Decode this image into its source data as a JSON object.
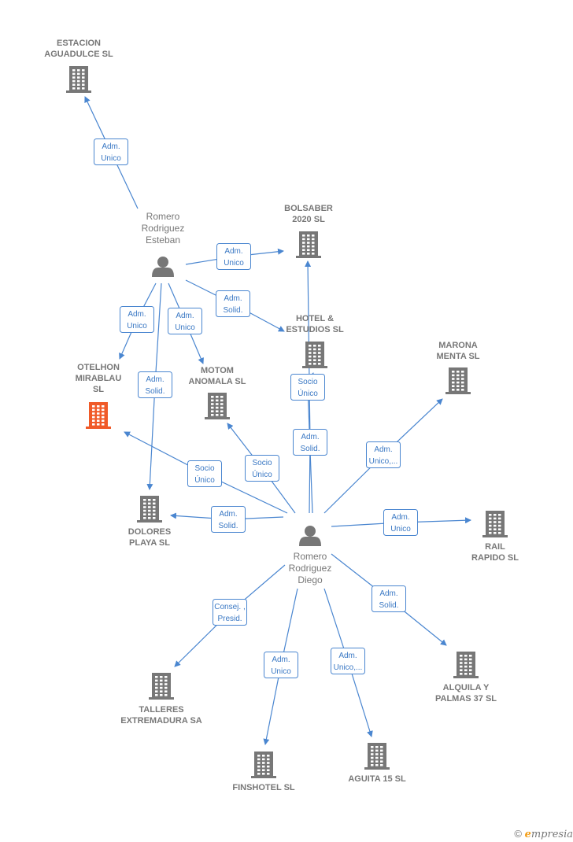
{
  "colors": {
    "building": "#777777",
    "highlight": "#f05a28",
    "edge": "#4a86d0",
    "person": "#777777"
  },
  "nodes": [
    {
      "id": "estacion",
      "kind": "company",
      "lines": [
        "ESTACION",
        "AGUADULCE SL"
      ]
    },
    {
      "id": "bolsaber",
      "kind": "company",
      "lines": [
        "BOLSABER",
        "2020  SL"
      ]
    },
    {
      "id": "hotel",
      "kind": "company",
      "lines": [
        "HOTEL &",
        "ESTUDIOS  SL"
      ]
    },
    {
      "id": "marona",
      "kind": "company",
      "lines": [
        "MARONA",
        "MENTA SL"
      ]
    },
    {
      "id": "otelhon",
      "kind": "company-highlight",
      "lines": [
        "OTELHON",
        "MIRABLAU",
        "SL"
      ]
    },
    {
      "id": "motom",
      "kind": "company",
      "lines": [
        "MOTOM",
        "ANOMALA  SL"
      ]
    },
    {
      "id": "dolores",
      "kind": "company",
      "lines": [
        "DOLORES",
        "PLAYA  SL"
      ]
    },
    {
      "id": "rail",
      "kind": "company",
      "lines": [
        "RAIL",
        "RAPIDO SL"
      ]
    },
    {
      "id": "alquila",
      "kind": "company",
      "lines": [
        "ALQUILA Y",
        "PALMAS 37  SL"
      ]
    },
    {
      "id": "talleres",
      "kind": "company",
      "lines": [
        "TALLERES",
        "EXTREMADURA SA"
      ]
    },
    {
      "id": "finshotel",
      "kind": "company",
      "lines": [
        "FINSHOTEL SL"
      ]
    },
    {
      "id": "aguita",
      "kind": "company",
      "lines": [
        "AGUITA 15  SL"
      ]
    },
    {
      "id": "esteban",
      "kind": "person",
      "lines": [
        "Romero",
        "Rodriguez",
        "Esteban"
      ]
    },
    {
      "id": "diego",
      "kind": "person",
      "lines": [
        "Romero",
        "Rodriguez",
        "Diego"
      ]
    }
  ],
  "edges": [
    {
      "from": "esteban",
      "to": "estacion",
      "lines": [
        "Adm.",
        "Unico"
      ]
    },
    {
      "from": "esteban",
      "to": "bolsaber",
      "lines": [
        "Adm.",
        "Unico"
      ]
    },
    {
      "from": "esteban",
      "to": "hotel",
      "lines": [
        "Adm.",
        "Solid."
      ]
    },
    {
      "from": "esteban",
      "to": "otelhon",
      "lines": [
        "Adm.",
        "Unico"
      ]
    },
    {
      "from": "esteban",
      "to": "motom",
      "lines": [
        "Adm.",
        "Unico"
      ]
    },
    {
      "from": "esteban",
      "to": "dolores",
      "lines": [
        "Adm.",
        "Solid."
      ]
    },
    {
      "from": "diego",
      "to": "bolsaber",
      "lines": [
        "Adm.",
        "Solid."
      ]
    },
    {
      "from": "diego",
      "to": "hotel",
      "lines": [
        "Socio",
        "Único"
      ]
    },
    {
      "from": "diego",
      "to": "marona",
      "lines": [
        "Adm.",
        "Unico,..."
      ]
    },
    {
      "from": "diego",
      "to": "otelhon",
      "lines": [
        "Socio",
        "Único"
      ]
    },
    {
      "from": "diego",
      "to": "motom",
      "lines": [
        "Socio",
        "Único"
      ]
    },
    {
      "from": "diego",
      "to": "dolores",
      "lines": [
        "Adm.",
        "Solid."
      ]
    },
    {
      "from": "diego",
      "to": "rail",
      "lines": [
        "Adm.",
        "Unico"
      ]
    },
    {
      "from": "diego",
      "to": "alquila",
      "lines": [
        "Adm.",
        "Solid."
      ]
    },
    {
      "from": "diego",
      "to": "talleres",
      "lines": [
        "Consej. ,",
        "Presid."
      ]
    },
    {
      "from": "diego",
      "to": "finshotel",
      "lines": [
        "Adm.",
        "Unico"
      ]
    },
    {
      "from": "diego",
      "to": "aguita",
      "lines": [
        "Adm.",
        "Unico,..."
      ]
    }
  ],
  "footer": {
    "copyright": "©",
    "brand_initial": "e",
    "brand_rest": "mpresia"
  }
}
